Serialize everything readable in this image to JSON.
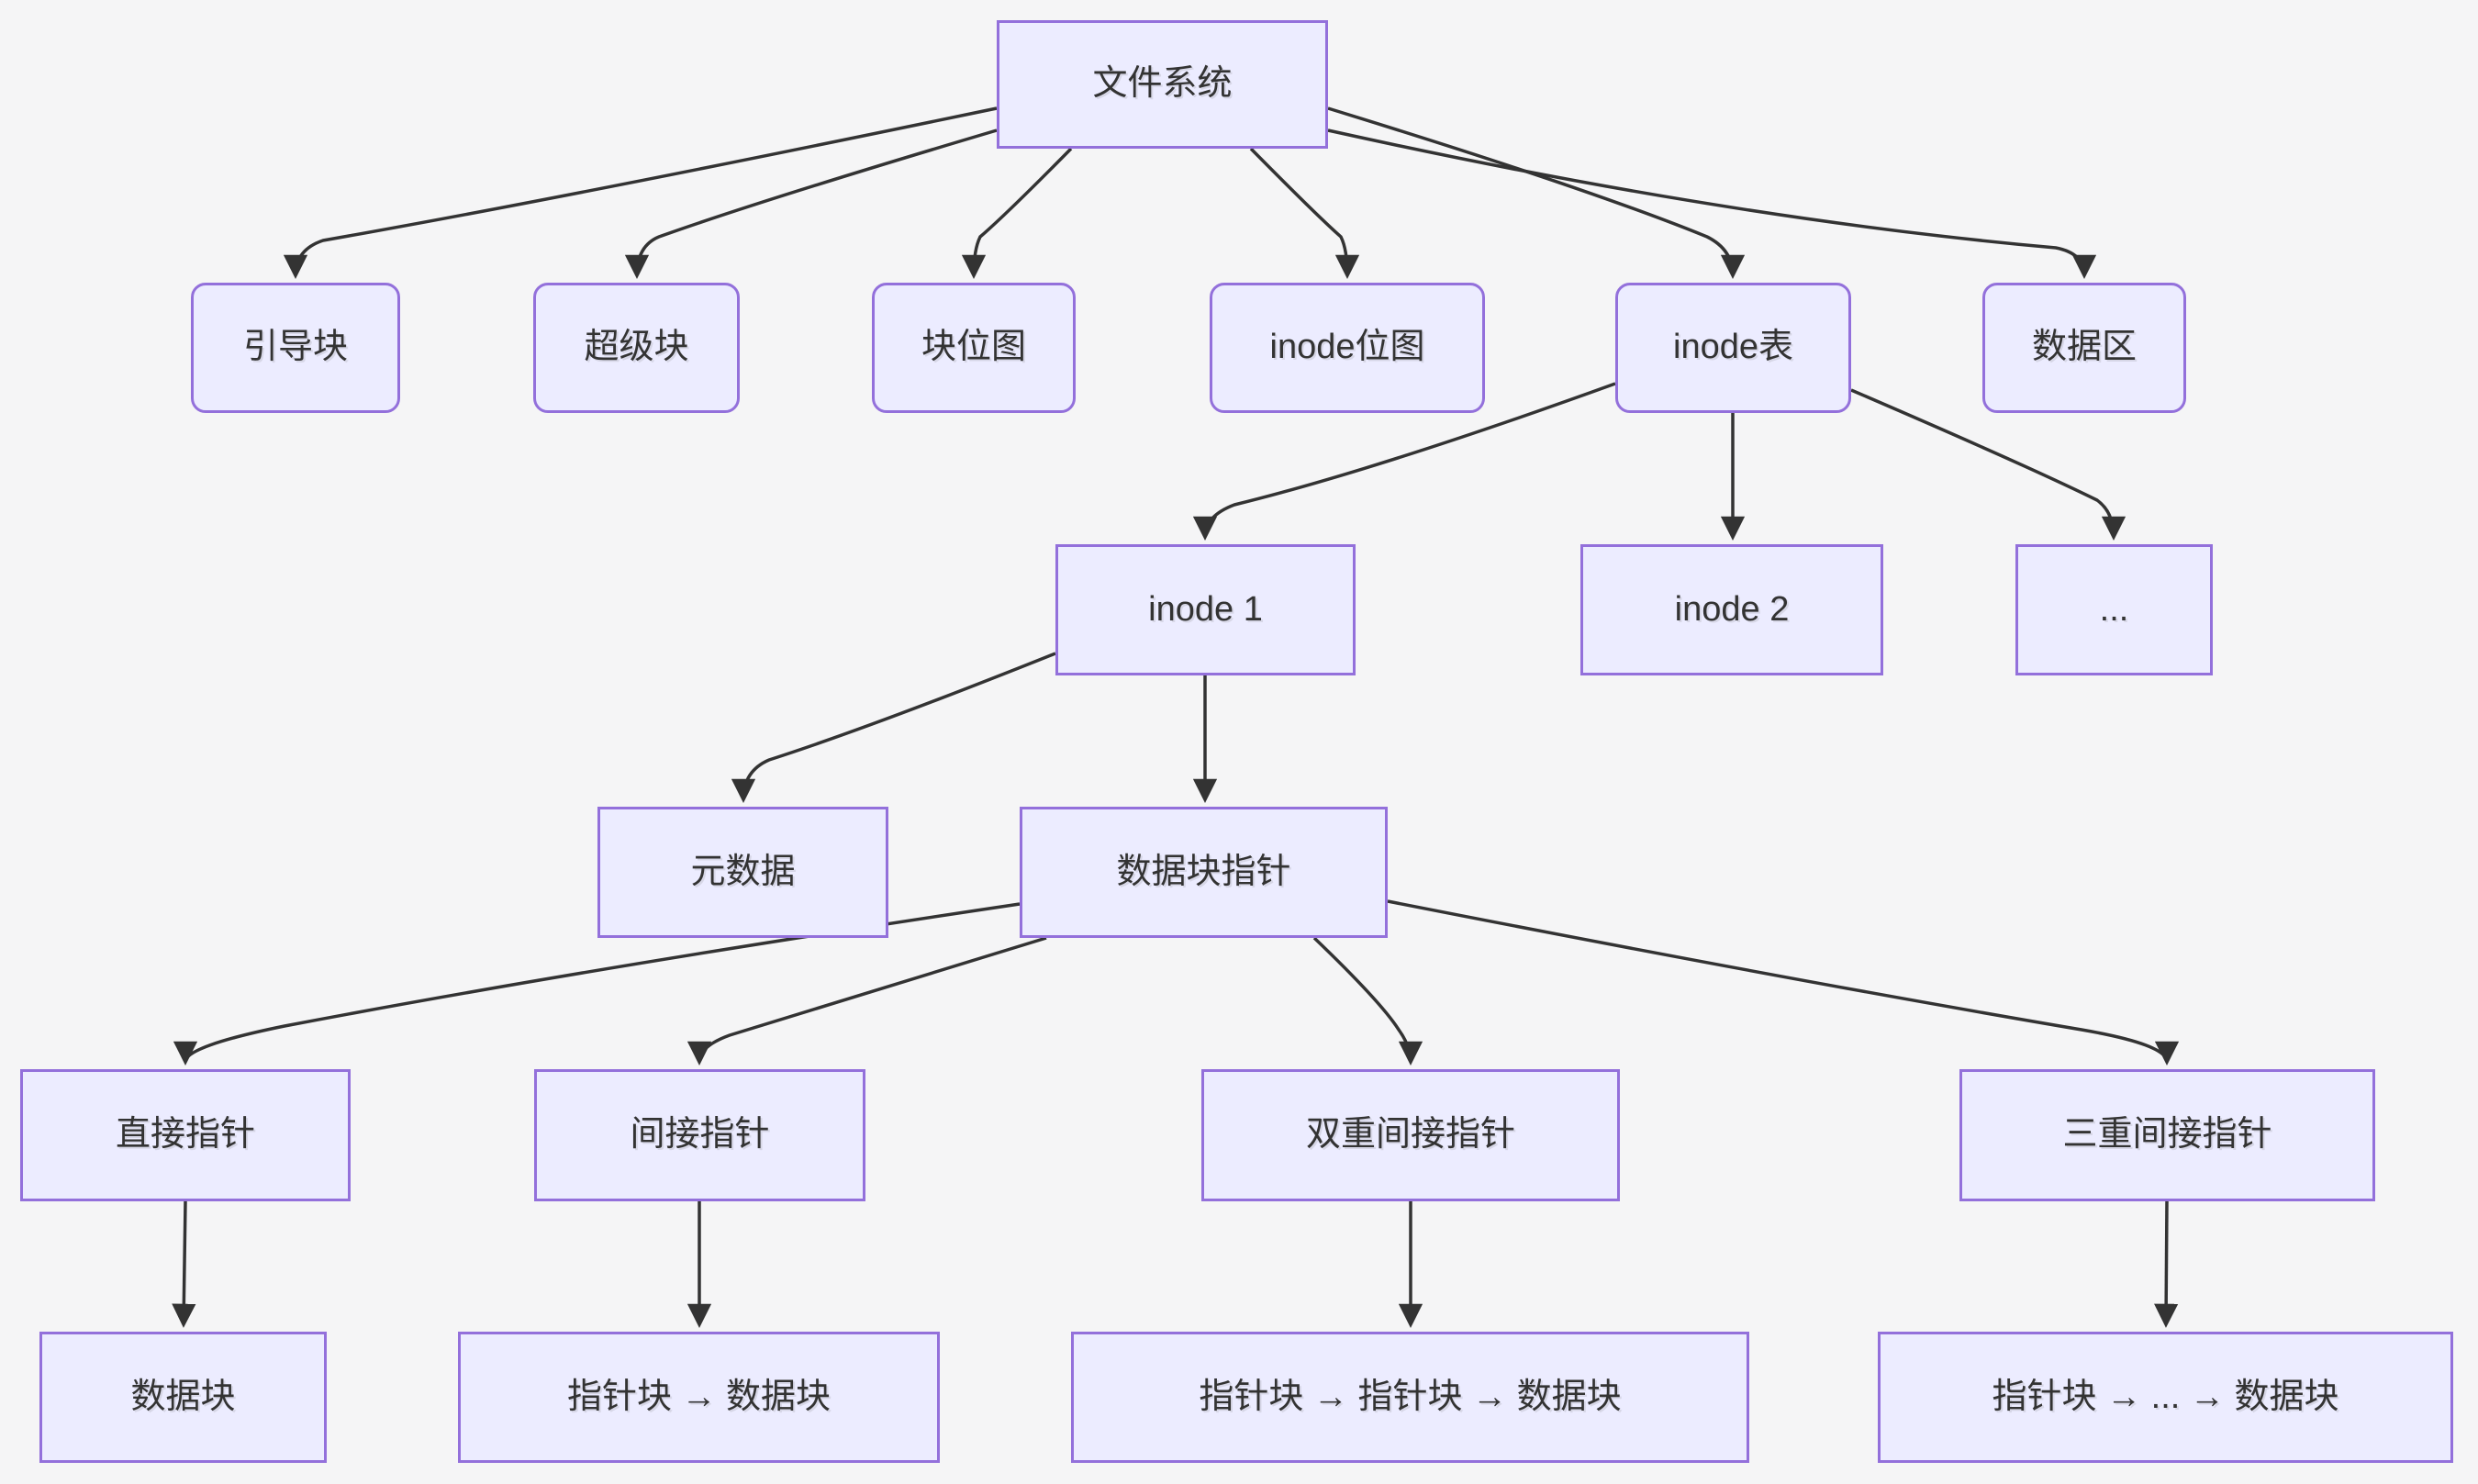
{
  "diagram": {
    "type": "flowchart",
    "topic": "file-system-structure"
  },
  "colors": {
    "background": "#f5f5f6",
    "node_fill": "#ECECFF",
    "node_border": "#9370DB",
    "edge": "#333333",
    "text": "#333333"
  },
  "nodes": {
    "filesystem": {
      "label": "文件系统"
    },
    "boot_block": {
      "label": "引导块"
    },
    "super_block": {
      "label": "超级块"
    },
    "block_bitmap": {
      "label": "块位图"
    },
    "inode_bitmap": {
      "label": "inode位图"
    },
    "inode_table": {
      "label": "inode表"
    },
    "data_area": {
      "label": "数据区"
    },
    "inode1": {
      "label": "inode 1"
    },
    "inode2": {
      "label": "inode 2"
    },
    "inode_more": {
      "label": "..."
    },
    "metadata": {
      "label": "元数据"
    },
    "data_block_pointers": {
      "label": "数据块指针"
    },
    "direct_pointer": {
      "label": "直接指针"
    },
    "indirect_pointer": {
      "label": "间接指针"
    },
    "double_indirect_pointer": {
      "label": "双重间接指针"
    },
    "triple_indirect_pointer": {
      "label": "三重间接指针"
    },
    "data_block": {
      "label": "数据块"
    },
    "ptr_data": {
      "label": "指针块 → 数据块"
    },
    "ptr_ptr_data": {
      "label": "指针块 → 指针块 → 数据块"
    },
    "ptr_dots_data": {
      "label": "指针块 → ... → 数据块"
    }
  },
  "edges": [
    {
      "from": "filesystem",
      "to": "boot_block"
    },
    {
      "from": "filesystem",
      "to": "super_block"
    },
    {
      "from": "filesystem",
      "to": "block_bitmap"
    },
    {
      "from": "filesystem",
      "to": "inode_bitmap"
    },
    {
      "from": "filesystem",
      "to": "inode_table"
    },
    {
      "from": "filesystem",
      "to": "data_area"
    },
    {
      "from": "inode_table",
      "to": "inode1"
    },
    {
      "from": "inode_table",
      "to": "inode2"
    },
    {
      "from": "inode_table",
      "to": "inode_more"
    },
    {
      "from": "inode1",
      "to": "metadata"
    },
    {
      "from": "inode1",
      "to": "data_block_pointers"
    },
    {
      "from": "data_block_pointers",
      "to": "direct_pointer"
    },
    {
      "from": "data_block_pointers",
      "to": "indirect_pointer"
    },
    {
      "from": "data_block_pointers",
      "to": "double_indirect_pointer"
    },
    {
      "from": "data_block_pointers",
      "to": "triple_indirect_pointer"
    },
    {
      "from": "direct_pointer",
      "to": "data_block"
    },
    {
      "from": "indirect_pointer",
      "to": "ptr_data"
    },
    {
      "from": "double_indirect_pointer",
      "to": "ptr_ptr_data"
    },
    {
      "from": "triple_indirect_pointer",
      "to": "ptr_dots_data"
    }
  ]
}
